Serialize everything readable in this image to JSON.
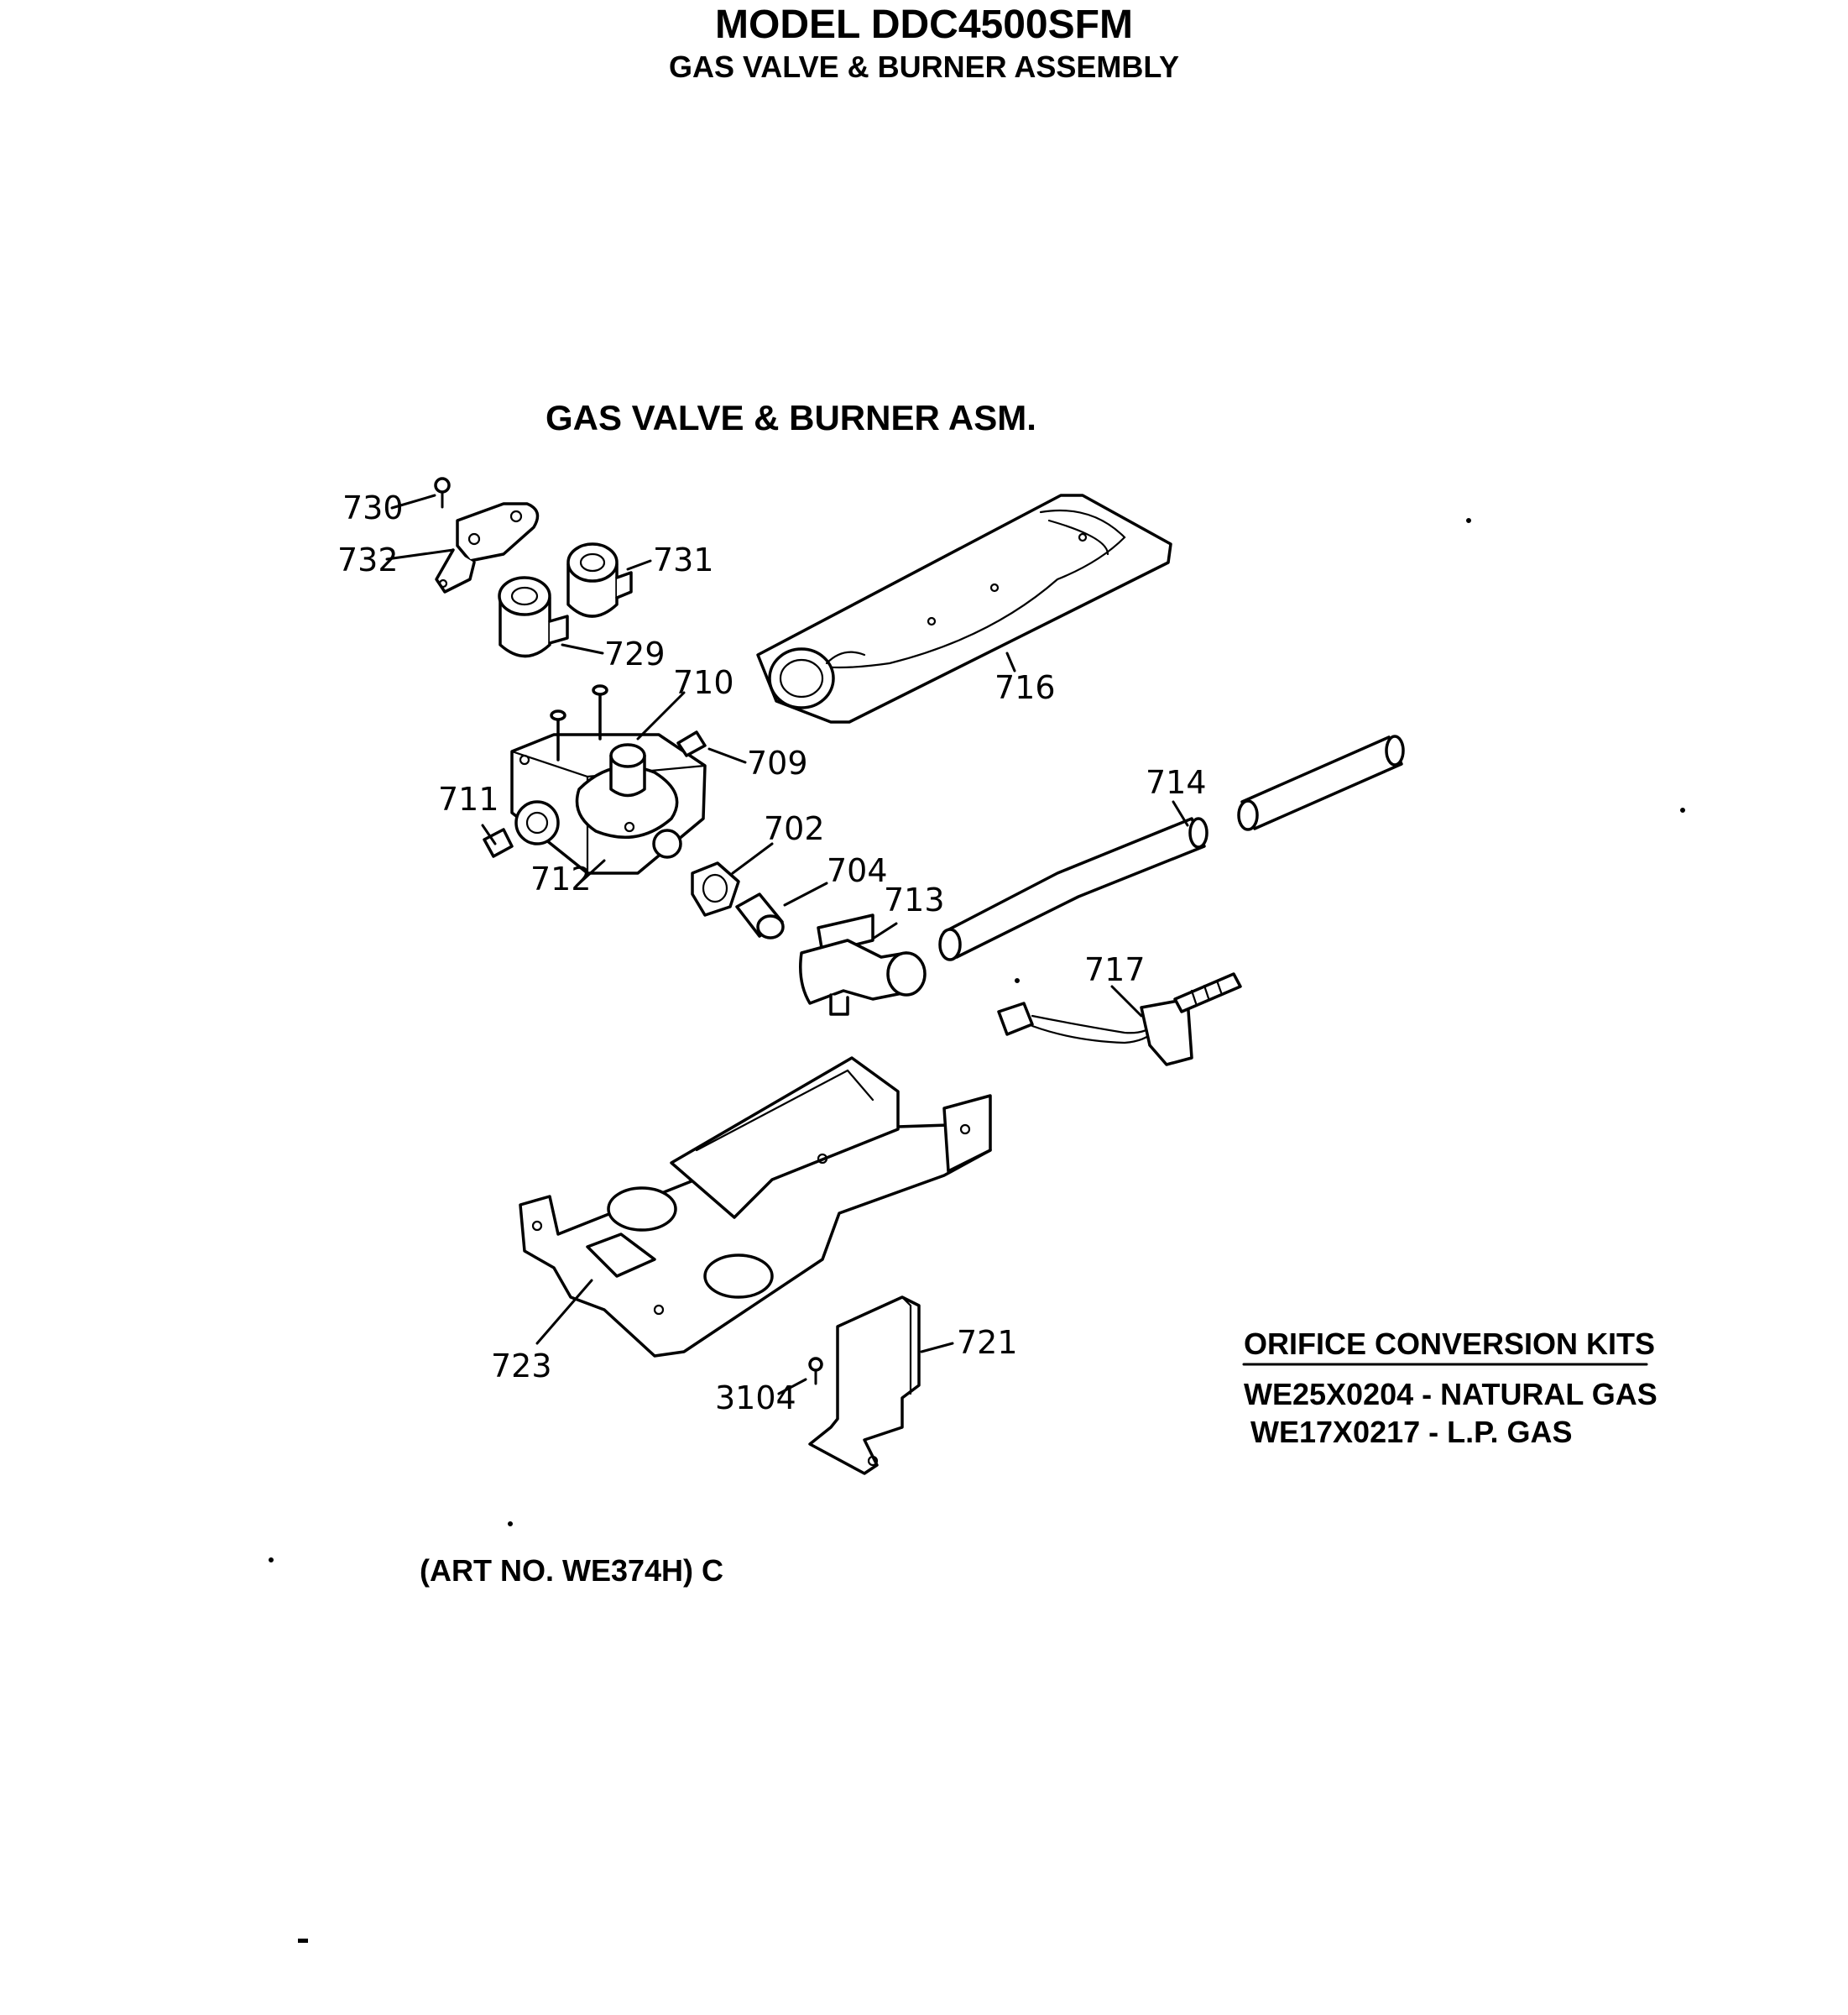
{
  "header": {
    "model": "MODEL DDC4500SFM",
    "subtitle": "GAS VALVE & BURNER ASSEMBLY"
  },
  "diagram": {
    "title": "GAS VALVE & BURNER ASM.",
    "callouts": {
      "p730": "730",
      "p732": "732",
      "p731": "731",
      "p729": "729",
      "p710": "710",
      "p716": "716",
      "p709": "709",
      "p711": "711",
      "p714": "714",
      "p702": "702",
      "p704": "704",
      "p712": "712",
      "p713": "713",
      "p717": "717",
      "p721": "721",
      "p723": "723",
      "p3104": "3104"
    }
  },
  "kits": {
    "heading": "ORIFICE CONVERSION KITS",
    "natural": "WE25X0204 - NATURAL GAS",
    "lp": "WE17X0217 - L.P. GAS"
  },
  "art_number": "(ART NO. WE374H) C"
}
